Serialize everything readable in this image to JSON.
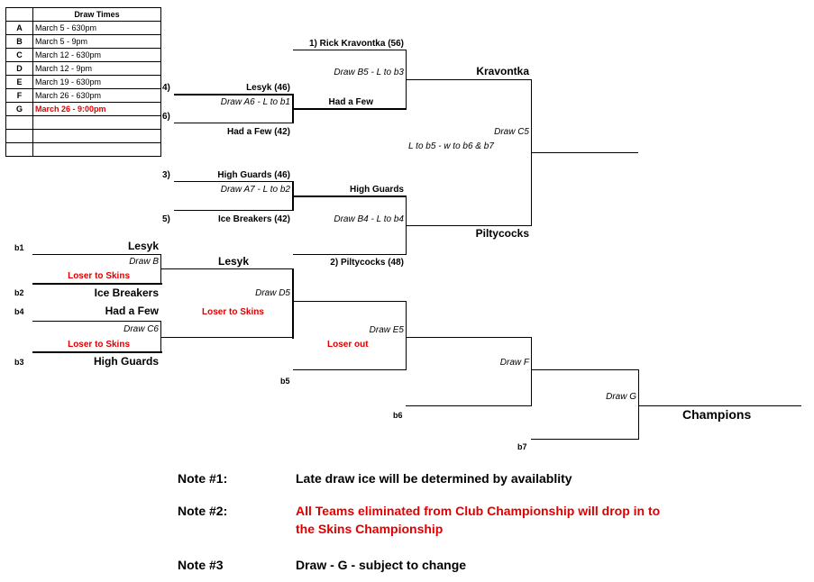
{
  "draw_times": {
    "header": "Draw Times",
    "rows": [
      {
        "letter": "A",
        "time": "March 5 - 630pm"
      },
      {
        "letter": "B",
        "time": "March 5 - 9pm"
      },
      {
        "letter": "C",
        "time": "March 12 - 630pm"
      },
      {
        "letter": "D",
        "time": "March 12 - 9pm"
      },
      {
        "letter": "E",
        "time": "March 19 - 630pm"
      },
      {
        "letter": "F",
        "time": "March 26 - 630pm"
      },
      {
        "letter": "G",
        "time": "March 26 - 9:00pm"
      },
      {
        "letter": "",
        "time": ""
      },
      {
        "letter": "",
        "time": ""
      },
      {
        "letter": "",
        "time": ""
      }
    ]
  },
  "seeds": {
    "s4": "4)",
    "s6": "6)",
    "s3": "3)",
    "s5": "5)"
  },
  "bracket": {
    "rick": "1) Rick Kravontka (56)",
    "draw_b5": "Draw B5 - L to b3",
    "kravontka": "Kravontka",
    "lesyk_46": "Lesyk (46)",
    "draw_a6": "Draw A6 - L to b1",
    "had_a_few": "Had a Few",
    "had_a_few_42": "Had a Few (42)",
    "draw_c5": "Draw C5",
    "c5_note": "L to b5 - w to b6 & b7",
    "high_guards_46": "High Guards (46)",
    "draw_a7": "Draw A7 - L to b2",
    "high_guards": "High Guards",
    "ice_breakers_42": "Ice Breakers (42)",
    "draw_b4": "Draw B4 - L to b4",
    "piltycocks": "Piltycocks",
    "piltycocks_48": "2) Piltycocks (48)"
  },
  "losers": {
    "b1": "b1",
    "b2": "b2",
    "b3": "b3",
    "b4": "b4",
    "b5": "b5",
    "b6": "b6",
    "b7": "b7",
    "lesyk": "Lesyk",
    "draw_b": "Draw B",
    "loser_to_skins": "Loser to Skins",
    "ice_breakers": "Ice Breakers",
    "had_a_few": "Had a Few",
    "draw_c6": "Draw C6",
    "high_guards": "High Guards",
    "lesyk_winner": "Lesyk",
    "draw_d5": "Draw D5",
    "d5_loser": "Loser to Skins",
    "draw_e5": "Draw E5",
    "loser_out": "Loser out",
    "draw_f": "Draw F",
    "draw_g": "Draw G",
    "champions": "Champions"
  },
  "notes": [
    {
      "label": "Note #1:",
      "text": "Late draw ice will be determined by availablity",
      "line2": ""
    },
    {
      "label": "Note #2:",
      "text": "All Teams eliminated from Club Championship will drop in to",
      "line2": "the Skins Championship"
    },
    {
      "label": "Note #3",
      "text": "Draw - G - subject to change",
      "line2": ""
    }
  ],
  "colors": {
    "accent_red": "#e00000",
    "ink": "#000000"
  }
}
